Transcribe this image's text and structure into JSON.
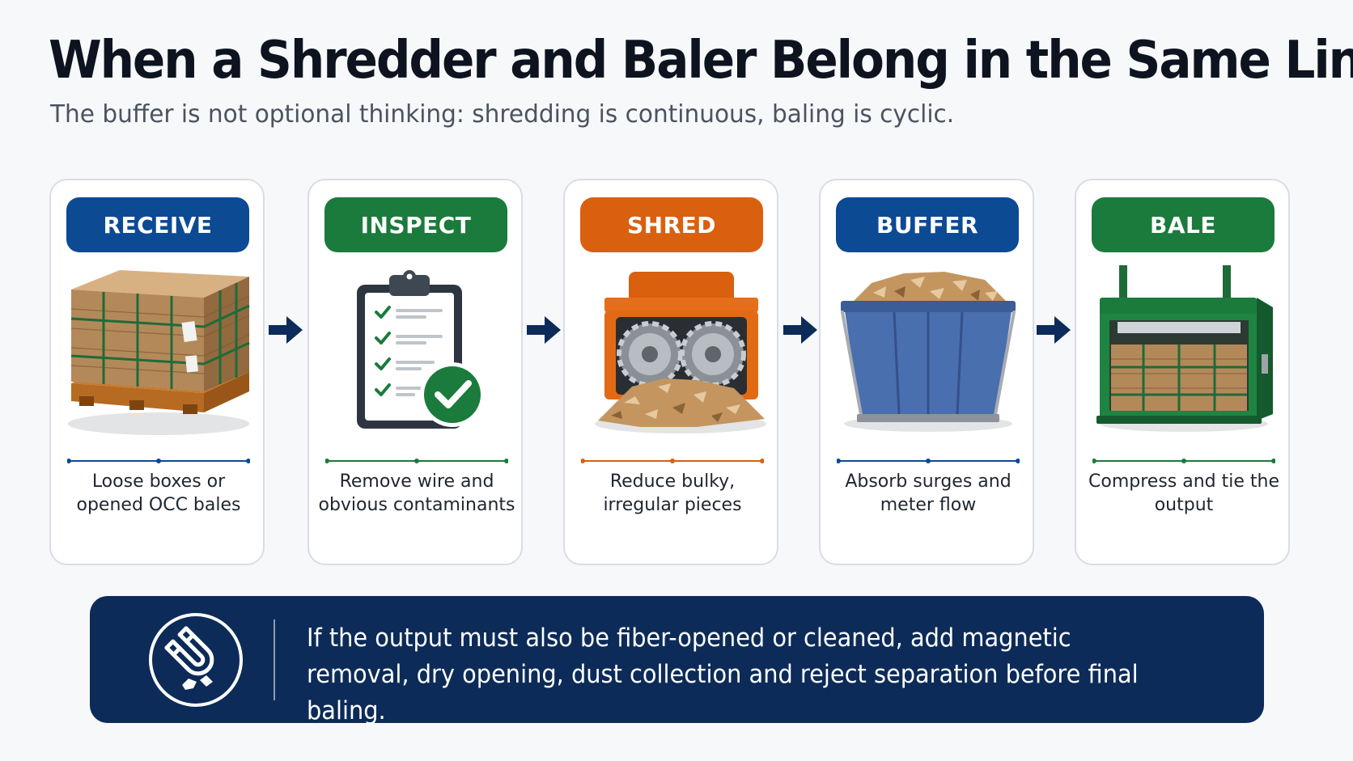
{
  "header": {
    "title": "When a Shredder and Baler Belong in the Same Line",
    "subtitle": "The buffer is not optional thinking: shredding is continuous, baling is cyclic."
  },
  "steps": [
    {
      "label": "RECEIVE",
      "caption": "Loose boxes or opened OCC bales",
      "color": "#0c4a94",
      "icon": "occ-bale-pallet-icon"
    },
    {
      "label": "INSPECT",
      "caption": "Remove wire and obvious contaminants",
      "color": "#1b7b3c",
      "icon": "checklist-clipboard-icon"
    },
    {
      "label": "SHRED",
      "caption": "Reduce bulky, irregular pieces",
      "color": "#d9600f",
      "icon": "shredder-icon"
    },
    {
      "label": "BUFFER",
      "caption": "Absorb surges and meter flow",
      "color": "#0c4a94",
      "icon": "buffer-bin-icon"
    },
    {
      "label": "BALE",
      "caption": "Compress and tie the output",
      "color": "#1b7b3c",
      "icon": "baler-icon"
    }
  ],
  "note": {
    "text": "If the output must also be fiber-opened or cleaned, add magnetic removal, dry opening, dust collection and reject separation before final baling.",
    "icon": "magnet-icon",
    "background": "#0c2b58"
  }
}
